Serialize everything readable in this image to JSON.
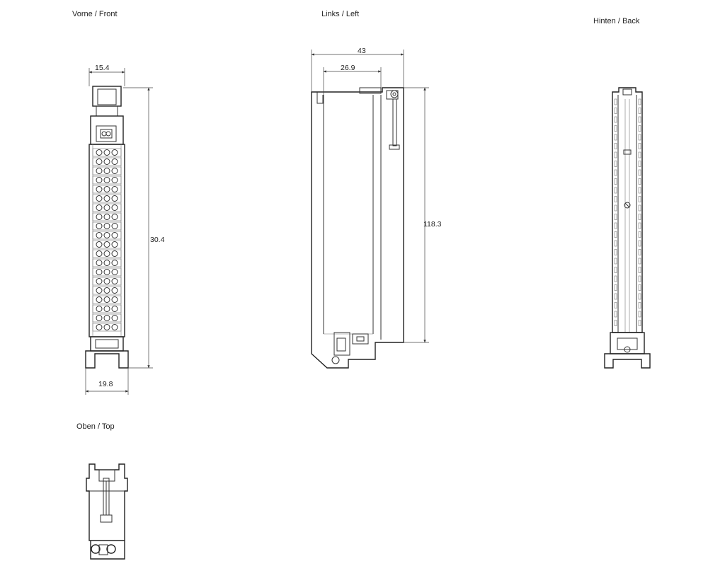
{
  "views": {
    "front": {
      "title": "Vorne / Front"
    },
    "left": {
      "title": "Links / Left"
    },
    "back": {
      "title": "Hinten / Back"
    },
    "top": {
      "title": "Oben / Top"
    }
  },
  "dimensions": {
    "front_top_width": "15.4",
    "front_height": "30.4",
    "front_bottom_width": "19.8",
    "left_total_depth": "43",
    "left_inner_depth": "26.9",
    "left_height": "118.3"
  }
}
